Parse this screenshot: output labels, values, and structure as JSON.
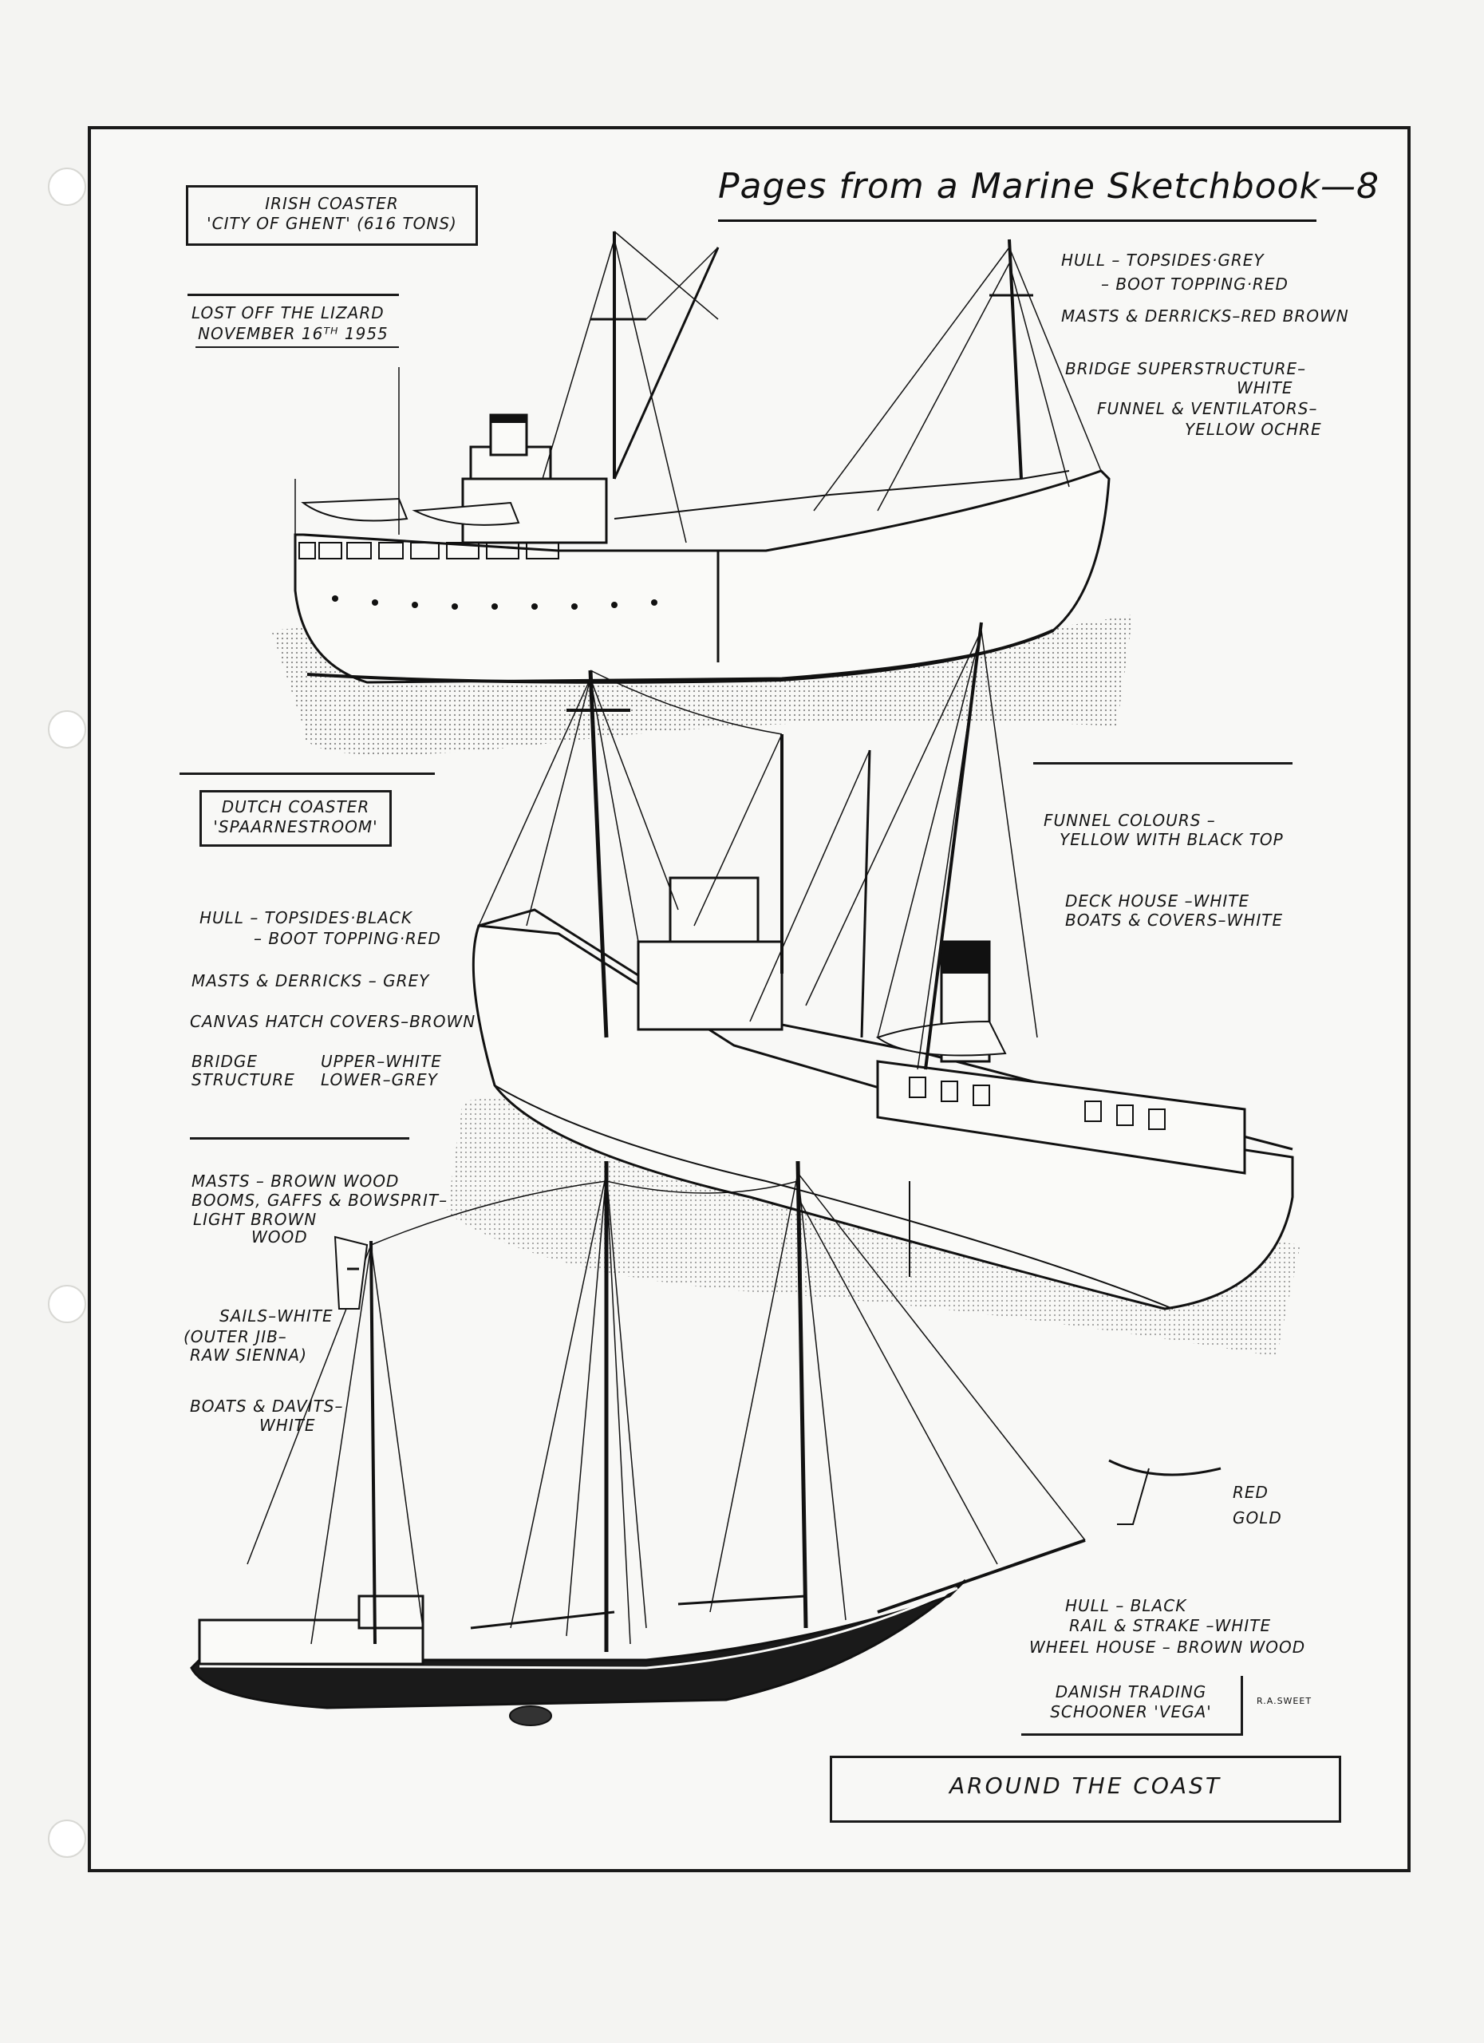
{
  "page_title": "Pages from a Marine Sketchbook—8",
  "footer_caption": "AROUND THE COAST",
  "artist_signature": "R.A.SWEET",
  "irish_coaster": {
    "name_line1": "IRISH COASTER",
    "name_line2": "'CITY OF GHENT' (616 TONS)",
    "lost_line1": "LOST OFF THE LIZARD",
    "lost_line2": "NOVEMBER 16ᵀᴴ 1955",
    "notes": {
      "hull_1": "HULL – TOPSIDES·GREY",
      "hull_2": "– BOOT TOPPING·RED",
      "masts": "MASTS & DERRICKS–RED BROWN",
      "bridge_1": "BRIDGE SUPERSTRUCTURE–",
      "bridge_2": "WHITE",
      "funnel_1": "FUNNEL & VENTILATORS–",
      "funnel_2": "YELLOW OCHRE"
    }
  },
  "dutch_coaster": {
    "name_line1": "DUTCH COASTER",
    "name_line2": "'SPAARNESTROOM'",
    "notes": {
      "hull_1": "HULL – TOPSIDES·BLACK",
      "hull_2": "– BOOT TOPPING·RED",
      "masts": "MASTS & DERRICKS – GREY",
      "hatch": "CANVAS HATCH COVERS–BROWN",
      "bridge_a": "BRIDGE",
      "bridge_b": "STRUCTURE",
      "bridge_upper": "UPPER–WHITE",
      "bridge_lower": "LOWER–GREY",
      "funnel_1": "FUNNEL COLOURS –",
      "funnel_2": "YELLOW WITH BLACK TOP",
      "deck_1": "DECK HOUSE –WHITE",
      "deck_2": "BOATS & COVERS–WHITE"
    }
  },
  "danish_schooner": {
    "name_line1": "DANISH TRADING",
    "name_line2": "SCHOONER 'VEGA'",
    "notes": {
      "masts_1": "MASTS – BROWN WOOD",
      "masts_2": "BOOMS, GAFFS & BOWSPRIT–",
      "masts_3": "LIGHT BROWN",
      "masts_4": "WOOD",
      "sails_1": "SAILS–WHITE",
      "sails_2": "(OUTER JIB–",
      "sails_3": "RAW SIENNA)",
      "boats_1": "BOATS & DAVITS–",
      "boats_2": "WHITE",
      "figurehead_red": "RED",
      "figurehead_gold": "GOLD",
      "hull": "HULL – BLACK",
      "rail": "RAIL & STRAKE –WHITE",
      "wheel": "WHEEL HOUSE – BROWN WOOD"
    }
  },
  "colors": {
    "paper": "#f4f4f2",
    "ink": "#111111",
    "stipple": "#9a9a9a"
  }
}
